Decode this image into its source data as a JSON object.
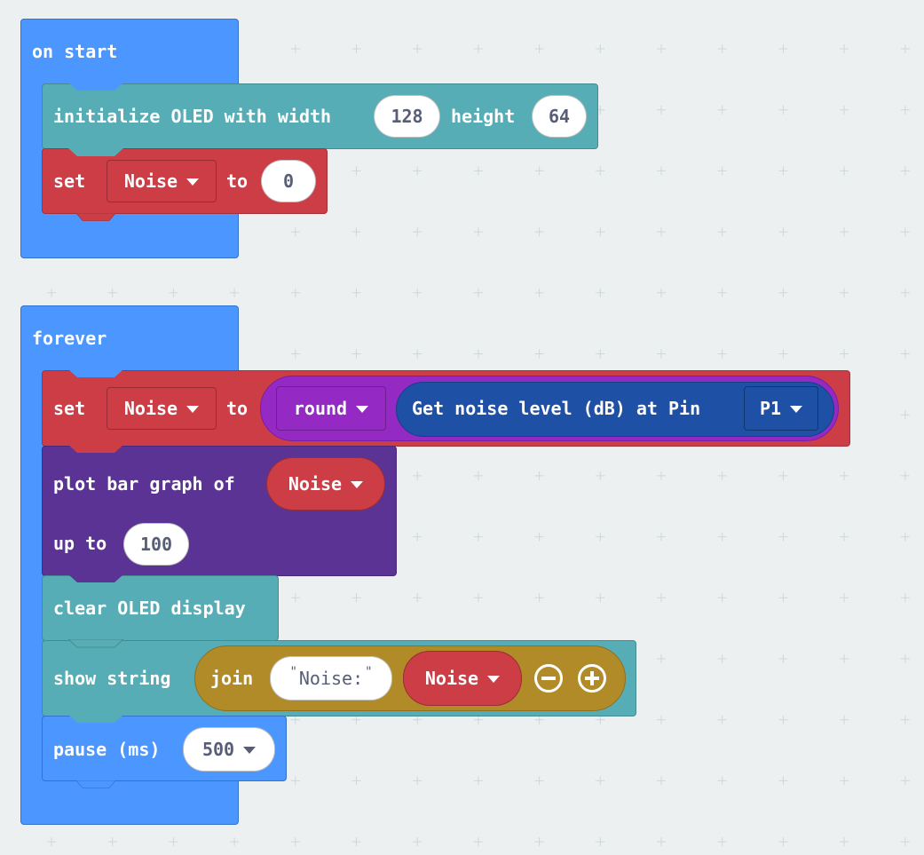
{
  "colors": {
    "event": "#4c97ff",
    "oled": "#57adb6",
    "variables": "#cc3d46",
    "math": "#9429c4",
    "sensor": "#1e50a5",
    "led": "#5b3394",
    "text": "#b08b28",
    "workspace": "#ecf0f1"
  },
  "on_start": {
    "label": "on start",
    "init_oled": {
      "prefix": "initialize OLED with width",
      "width": "128",
      "mid": "height",
      "height": "64"
    },
    "set_noise": {
      "set": "set",
      "variable": "Noise",
      "to": "to",
      "value": "0"
    }
  },
  "forever": {
    "label": "forever",
    "set_noise": {
      "set": "set",
      "variable": "Noise",
      "to": "to",
      "round_label": "round",
      "sensor_label": "Get noise level (dB) at Pin",
      "pin": "P1"
    },
    "plot_bar": {
      "label": "plot bar graph of",
      "variable": "Noise",
      "up_to": "up to",
      "max": "100"
    },
    "clear_oled": {
      "label": "clear OLED display"
    },
    "show_string": {
      "label": "show string",
      "join": "join",
      "string": "Noise:",
      "variable": "Noise",
      "remove_icon": "minus-circle-icon",
      "add_icon": "plus-circle-icon"
    },
    "pause": {
      "label": "pause (ms)",
      "value": "500"
    }
  }
}
